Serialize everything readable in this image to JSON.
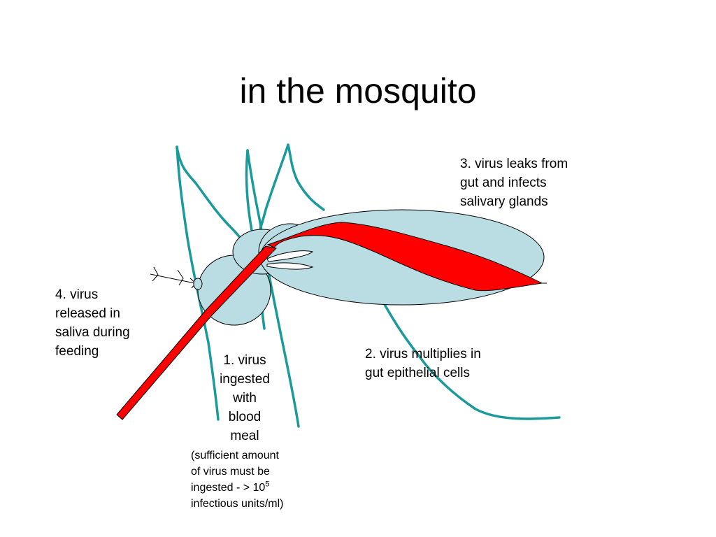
{
  "title": "in the mosquito",
  "colors": {
    "body_fill": "#b9dde3",
    "leg_stroke": "#1a9a9a",
    "virus_red": "#ff0000"
  },
  "labels": {
    "step3": [
      "3. virus leaks from",
      "gut and infects",
      "salivary glands"
    ],
    "step4": [
      "4. virus",
      "released in",
      "saliva during",
      "feeding"
    ],
    "step2": [
      "2. virus multiplies in",
      "gut epithelial cells"
    ],
    "step1": [
      "1. virus",
      "ingested",
      "with",
      "blood",
      "meal"
    ],
    "note": {
      "line1": "(sufficient amount",
      "line2": "of virus must be",
      "line3_prefix": "ingested - > 10",
      "line3_sup": "5",
      "line4": "infectious units/ml)"
    }
  }
}
